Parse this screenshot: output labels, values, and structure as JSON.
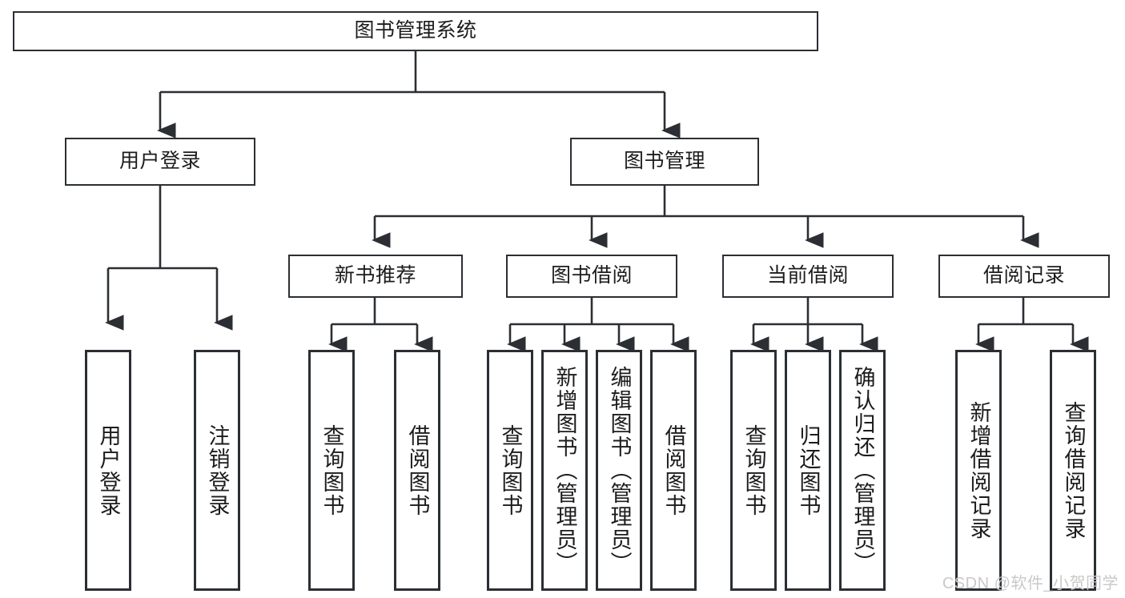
{
  "diagram": {
    "title": "图书管理系统",
    "type": "hierarchy-tree",
    "colors": {
      "background": "#ffffff",
      "border": "#2b2f33",
      "text": "#1c1c1c",
      "watermark": "#c9c9c9"
    },
    "root": {
      "label": "图书管理系统"
    },
    "level2": [
      {
        "label": "用户登录"
      },
      {
        "label": "图书管理"
      }
    ],
    "level3": [
      {
        "label": "新书推荐"
      },
      {
        "label": "图书借阅"
      },
      {
        "label": "当前借阅"
      },
      {
        "label": "借阅记录"
      }
    ],
    "leaves": {
      "user_login": [
        {
          "label": "用户登录"
        },
        {
          "label": "注销登录"
        }
      ],
      "new_book_recommend": [
        {
          "label": "查询图书"
        },
        {
          "label": "借阅图书"
        }
      ],
      "book_borrow": [
        {
          "label": "查询图书"
        },
        {
          "label": "新增图书（管理员）"
        },
        {
          "label": "编辑图书（管理员）"
        },
        {
          "label": "借阅图书"
        }
      ],
      "current_borrow": [
        {
          "label": "查询图书"
        },
        {
          "label": "归还图书"
        },
        {
          "label": "确认归还（管理员）"
        }
      ],
      "borrow_record": [
        {
          "label": "新增借阅记录"
        },
        {
          "label": "查询借阅记录"
        }
      ]
    }
  },
  "watermark": {
    "text": "CSDN @软件_小贺同学"
  }
}
